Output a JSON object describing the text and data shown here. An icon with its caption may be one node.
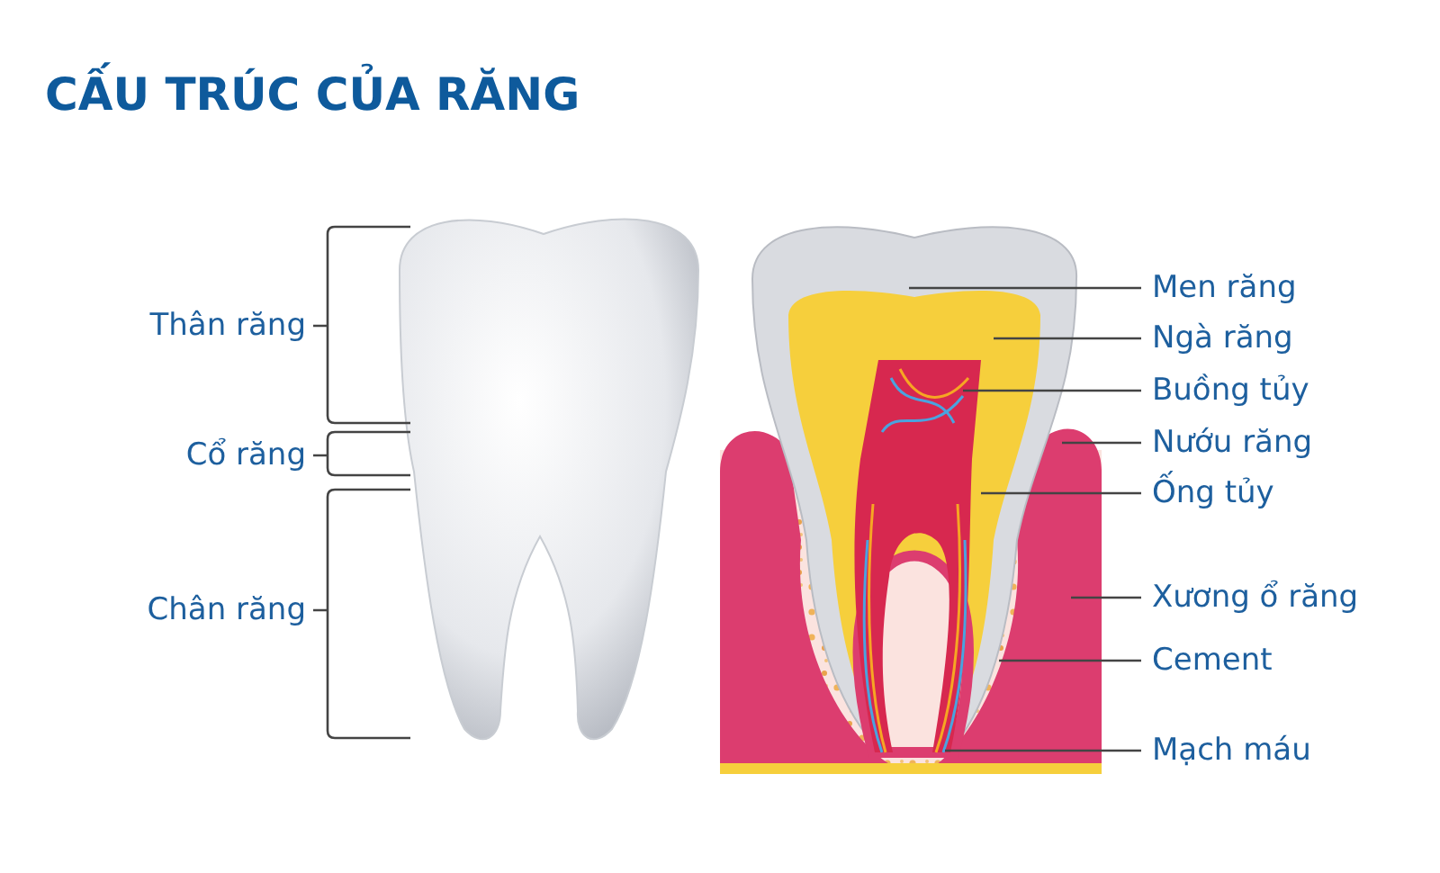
{
  "diagram": {
    "title": "CẤU TRÚC CỦA RĂNG",
    "nodes": [
      {
        "text": [
          "Men răng"
        ]
      },
      {
        "text": [
          "Ngà răng"
        ]
      },
      {
        "text": [
          "Buồng tủy"
        ]
      },
      {
        "text": [
          "Nướu răng"
        ]
      },
      {
        "text": [
          "Ống tủy"
        ]
      },
      {
        "text": [
          "Xương ổ răng"
        ]
      },
      {
        "text": [
          "Cement"
        ]
      },
      {
        "text": [
          "Mạch máu"
        ]
      }
    ],
    "edges": [
      {
        "from": 0,
        "to": null,
        "arrow": "none"
      },
      {
        "from": 1,
        "to": null,
        "arrow": "none"
      },
      {
        "from": 2,
        "to": null,
        "arrow": "none"
      },
      {
        "from": 3,
        "to": null,
        "arrow": "none"
      },
      {
        "from": 4,
        "to": null,
        "arrow": "none"
      },
      {
        "from": 5,
        "to": null,
        "arrow": "none"
      },
      {
        "from": 6,
        "to": null,
        "arrow": "none"
      },
      {
        "from": 7,
        "to": null,
        "arrow": "none"
      }
    ],
    "labels": [
      "Thân răng",
      "Cổ răng",
      "Chân răng"
    ]
  }
}
